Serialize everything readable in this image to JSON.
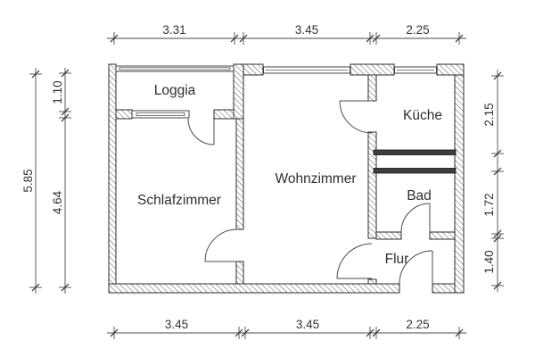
{
  "drawing": {
    "type": "apartment-floor-plan"
  },
  "rooms": {
    "loggia": "Loggia",
    "schlafzimmer": "Schlafzimmer",
    "wohnzimmer": "Wohnzimmer",
    "kueche": "Küche",
    "bad": "Bad",
    "flur": "Flur"
  },
  "dimensions": {
    "top": {
      "d1": "3.31",
      "d2": "3.45",
      "d3": "2.25"
    },
    "bottom": {
      "d1": "3.45",
      "d2": "3.45",
      "d3": "2.25"
    },
    "left": {
      "outer": "5.85",
      "inner_top": "1.10",
      "inner_bottom": "4.64"
    },
    "right": {
      "d1": "2.15",
      "d2": "1.72",
      "d3": "1.40"
    }
  },
  "colors": {
    "background": "#ffffff",
    "wall_outline": "#2b2b2b",
    "hatch": "#5a5a5a",
    "shaft_fill": "#3d3d3d",
    "dimension_line": "#4a4a4a",
    "text": "#2e2e2e"
  }
}
